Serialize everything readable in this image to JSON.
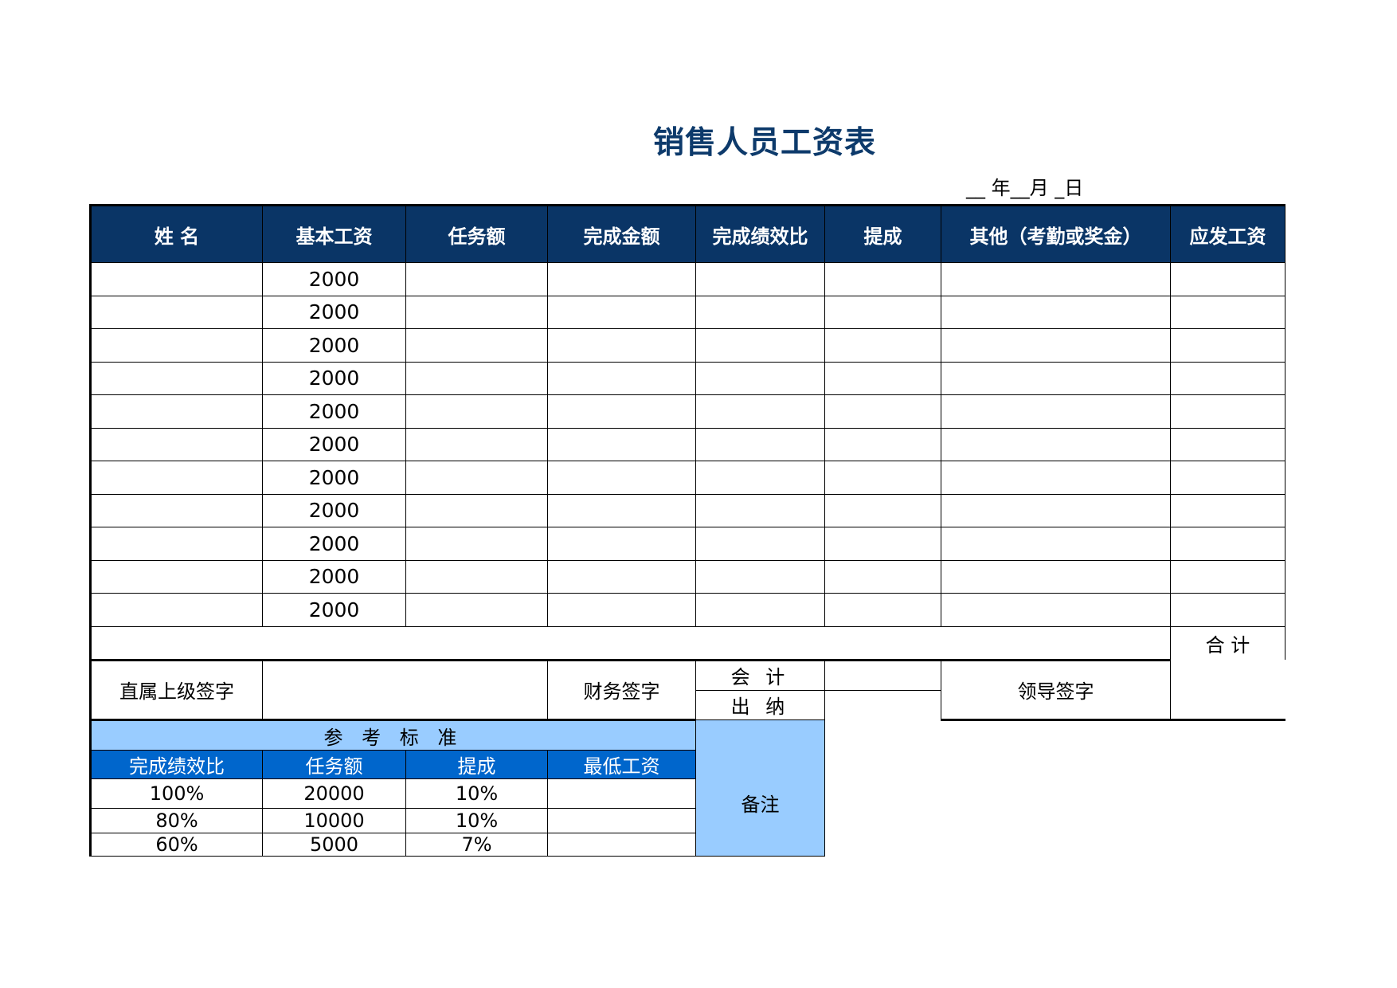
{
  "title": "销售人员工资表",
  "date_line": "__ 年__月 _日",
  "headers": [
    "姓 名",
    "基本工资",
    "任务额",
    "完成金额",
    "完成绩效比",
    "提成",
    "其他（考勤或奖金）",
    "应发工资"
  ],
  "rows": [
    {
      "base": "2000"
    },
    {
      "base": "2000"
    },
    {
      "base": "2000"
    },
    {
      "base": "2000"
    },
    {
      "base": "2000"
    },
    {
      "base": "2000"
    },
    {
      "base": "2000"
    },
    {
      "base": "2000"
    },
    {
      "base": "2000"
    },
    {
      "base": "2000"
    },
    {
      "base": "2000"
    }
  ],
  "total_label": "合 计",
  "signatures": {
    "supervisor": "直属上级签字",
    "finance": "财务签字",
    "accountant": "会 计",
    "cashier": "出 纳",
    "leader": "领导签字"
  },
  "reference": {
    "title": "参 考 标 准",
    "headers": [
      "完成绩效比",
      "任务额",
      "提成",
      "最低工资"
    ],
    "rows": [
      [
        "100%",
        "20000",
        "10%",
        ""
      ],
      [
        "80%",
        "10000",
        "10%",
        ""
      ],
      [
        "60%",
        "5000",
        "7%",
        ""
      ]
    ],
    "note_label": "备注"
  },
  "colors": {
    "header_bg": "#0a3566",
    "title_color": "#0d3a6b",
    "ref_light": "#99ccff",
    "ref_blue": "#0066cc"
  }
}
